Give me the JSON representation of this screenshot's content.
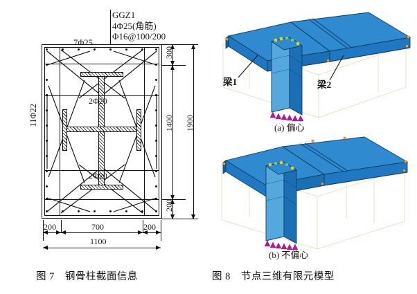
{
  "figure7": {
    "caption": "图 7　钢骨柱截面信息",
    "annotation": {
      "column_id": "GGZ1",
      "corner_bars": "4Φ25(角筋)",
      "stirrups": "Φ16@100/200"
    },
    "labels": {
      "top_bars": "7Φ25",
      "side_bars": "11Φ22",
      "inner_upper": "2Φ20",
      "inner_lower": "2Φ20"
    },
    "dimensions": {
      "right": [
        "300",
        "1400",
        "200",
        "1900"
      ],
      "right_detail": {
        "top_segment": "300",
        "middle_segment": "1400",
        "bottom_segment": "200",
        "overall": "1900"
      },
      "bottom": [
        "200",
        "700",
        "200"
      ],
      "bottom_overall": "1100"
    }
  },
  "figure8": {
    "caption": "图 8　节点三维有限元模型",
    "models": [
      {
        "id": "a",
        "subcaption": "(a) 偏心",
        "beam_labels": [
          "梁1",
          "梁2"
        ]
      },
      {
        "id": "b",
        "subcaption": "(b) 不偏心",
        "beam_labels": []
      }
    ],
    "colors": {
      "slab_top": "#1f78c1",
      "slab_top_light": "#2f8ad0",
      "slab_edge": "#135a97",
      "column_light": "#54a8dd",
      "column_dark": "#1a6fb5",
      "support_marker": "#b5179e",
      "node_marker": "#c9a227",
      "wireframe": "#d9c28a",
      "outline": "#0d3f6b"
    }
  }
}
